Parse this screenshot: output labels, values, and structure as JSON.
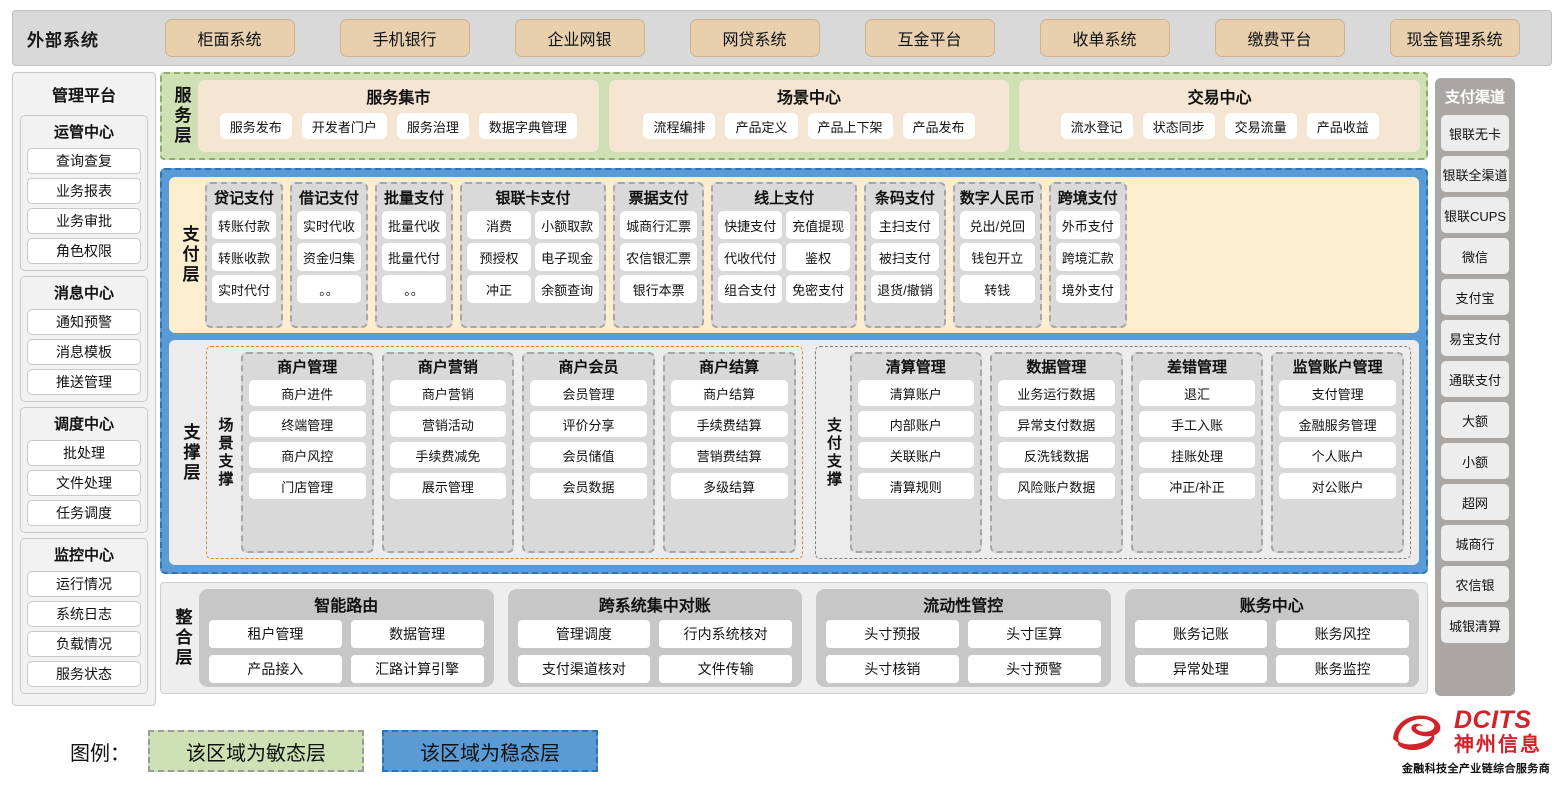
{
  "external_bar": {
    "title": "外部系统",
    "items": [
      "柜面系统",
      "手机银行",
      "企业网银",
      "网贷系统",
      "互金平台",
      "收单系统",
      "缴费平台",
      "现金管理系统"
    ]
  },
  "left_sidebar": {
    "title": "管理平台",
    "groups": [
      {
        "title": "运管中心",
        "items": [
          "查询查复",
          "业务报表",
          "业务审批",
          "角色权限"
        ]
      },
      {
        "title": "消息中心",
        "items": [
          "通知预警",
          "消息模板",
          "推送管理"
        ]
      },
      {
        "title": "调度中心",
        "items": [
          "批处理",
          "文件处理",
          "任务调度"
        ]
      },
      {
        "title": "监控中心",
        "items": [
          "运行情况",
          "系统日志",
          "负载情况",
          "服务状态"
        ]
      }
    ]
  },
  "right_sidebar": {
    "title": "支付渠道",
    "items": [
      "银联无卡",
      "银联全渠道",
      "银联CUPS",
      "微信",
      "支付宝",
      "易宝支付",
      "通联支付",
      "大额",
      "小额",
      "超网",
      "城商行",
      "农信银",
      "城银清算"
    ]
  },
  "service_layer": {
    "label": "服务层",
    "groups": [
      {
        "title": "服务集市",
        "items": [
          "服务发布",
          "开发者门户",
          "服务治理",
          "数据字典管理"
        ]
      },
      {
        "title": "场景中心",
        "items": [
          "流程编排",
          "产品定义",
          "产品上下架",
          "产品发布"
        ]
      },
      {
        "title": "交易中心",
        "items": [
          "流水登记",
          "状态同步",
          "交易流量",
          "产品收益"
        ]
      }
    ]
  },
  "payment_layer": {
    "label": "支付层",
    "groups": [
      {
        "title": "贷记支付",
        "cols": 1,
        "items": [
          "转账付款",
          "转账收款",
          "实时代付"
        ]
      },
      {
        "title": "借记支付",
        "cols": 1,
        "items": [
          "实时代收",
          "资金归集",
          "。。"
        ]
      },
      {
        "title": "批量支付",
        "cols": 1,
        "items": [
          "批量代收",
          "批量代付",
          "。。"
        ]
      },
      {
        "title": "银联卡支付",
        "cols": 2,
        "items": [
          "消费",
          "小额取款",
          "预授权",
          "电子现金",
          "冲正",
          "余额查询"
        ]
      },
      {
        "title": "票据支付",
        "cols": 1,
        "items": [
          "城商行汇票",
          "农信银汇票",
          "银行本票"
        ]
      },
      {
        "title": "线上支付",
        "cols": 2,
        "items": [
          "快捷支付",
          "充值提现",
          "代收代付",
          "鉴权",
          "组合支付",
          "免密支付"
        ]
      },
      {
        "title": "条码支付",
        "cols": 1,
        "items": [
          "主扫支付",
          "被扫支付",
          "退货/撤销"
        ]
      },
      {
        "title": "数字人民币",
        "cols": 1,
        "items": [
          "兑出/兑回",
          "钱包开立",
          "转钱"
        ]
      },
      {
        "title": "跨境支付",
        "cols": 1,
        "items": [
          "外币支付",
          "跨境汇款",
          "境外支付"
        ]
      }
    ]
  },
  "support_layer": {
    "label": "支撑层",
    "panels": [
      {
        "label": "场景支撑",
        "groups": [
          {
            "title": "商户管理",
            "items": [
              "商户进件",
              "终端管理",
              "商户风控",
              "门店管理"
            ]
          },
          {
            "title": "商户营销",
            "items": [
              "商户营销",
              "营销活动",
              "手续费减免",
              "展示管理"
            ]
          },
          {
            "title": "商户会员",
            "items": [
              "会员管理",
              "评价分享",
              "会员储值",
              "会员数据"
            ]
          },
          {
            "title": "商户结算",
            "items": [
              "商户结算",
              "手续费结算",
              "营销费结算",
              "多级结算"
            ]
          }
        ]
      },
      {
        "label": "支付支撑",
        "groups": [
          {
            "title": "清算管理",
            "items": [
              "清算账户",
              "内部账户",
              "关联账户",
              "清算规则"
            ]
          },
          {
            "title": "数据管理",
            "items": [
              "业务运行数据",
              "异常支付数据",
              "反洗钱数据",
              "风险账户数据"
            ]
          },
          {
            "title": "差错管理",
            "items": [
              "退汇",
              "手工入账",
              "挂账处理",
              "冲正/补正"
            ]
          },
          {
            "title": "监管账户管理",
            "items": [
              "支付管理",
              "金融服务管理",
              "个人账户",
              "对公账户"
            ]
          }
        ]
      }
    ]
  },
  "integration_layer": {
    "label": "整合层",
    "groups": [
      {
        "title": "智能路由",
        "items": [
          "租户管理",
          "数据管理",
          "产品接入",
          "汇路计算引擎"
        ]
      },
      {
        "title": "跨系统集中对账",
        "items": [
          "管理调度",
          "行内系统核对",
          "支付渠道核对",
          "文件传输"
        ]
      },
      {
        "title": "流动性管控",
        "items": [
          "头寸预报",
          "头寸匡算",
          "头寸核销",
          "头寸预警"
        ]
      },
      {
        "title": "账务中心",
        "items": [
          "账务记账",
          "账务风控",
          "异常处理",
          "账务监控"
        ]
      }
    ]
  },
  "legend": {
    "label": "图例：",
    "agile": "该区域为敏态层",
    "stable": "该区域为稳态层"
  },
  "logo": {
    "brand_en": "DCITS",
    "brand_cn": "神州信息",
    "tagline": "金融科技全产业链综合服务商"
  },
  "colors": {
    "agile_green": "#cfe0b4",
    "stable_blue": "#5b9bd5",
    "payment_cream": "#fdeed0",
    "external_tan": "#e8cfae",
    "brand_red": "#d1232a"
  }
}
